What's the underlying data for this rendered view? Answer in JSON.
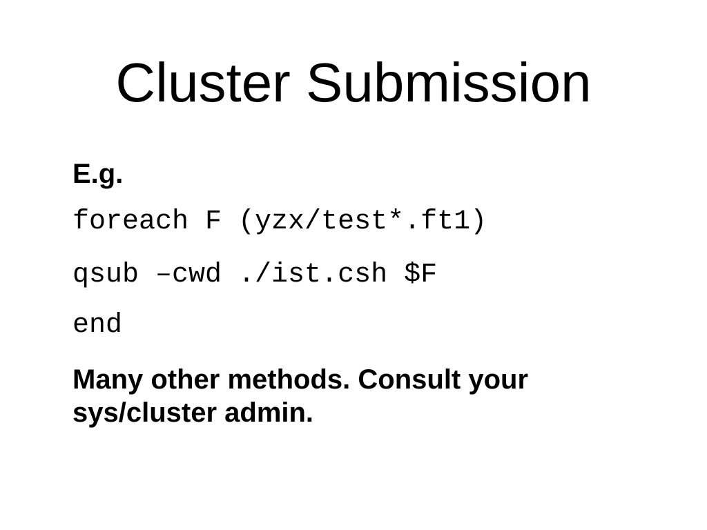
{
  "slide": {
    "title": "Cluster Submission",
    "example_label": "E.g.",
    "code": {
      "lines": [
        "foreach F (yzx/test*.ft1)",
        "qsub –cwd ./ist.csh $F",
        "end"
      ]
    },
    "note": "Many other methods. Consult your sys/cluster admin.",
    "colors": {
      "background": "#ffffff",
      "text": "#000000"
    }
  }
}
